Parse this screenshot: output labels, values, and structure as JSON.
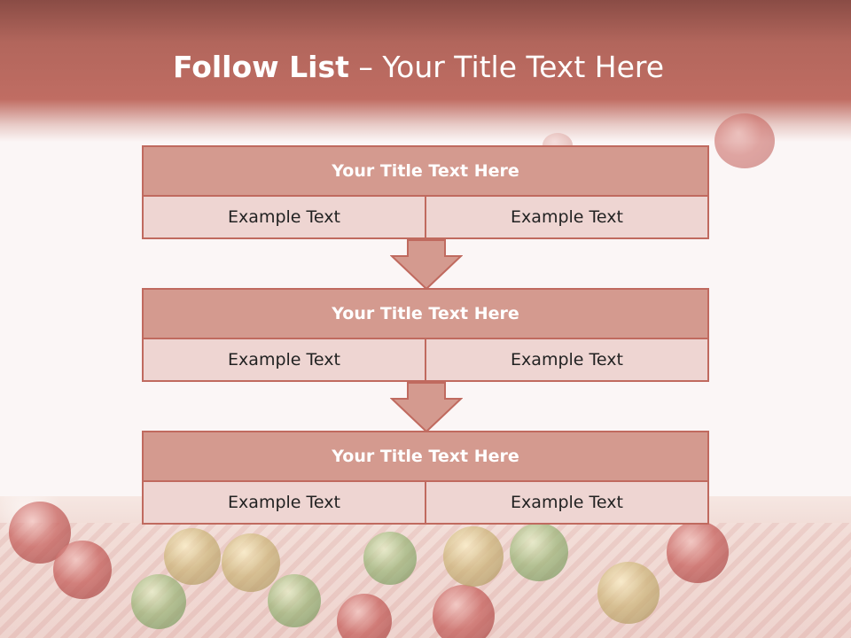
{
  "slide": {
    "title_bold": "Follow List",
    "title_rest": " – Your Title Text Here"
  },
  "steps": [
    {
      "title": "Your Title Text Here",
      "left_text": "Example Text",
      "right_text": "Example Text"
    },
    {
      "title": "Your Title Text Here",
      "left_text": "Example Text",
      "right_text": "Example Text"
    },
    {
      "title": "Your Title Text Here",
      "left_text": "Example Text",
      "right_text": "Example Text"
    }
  ],
  "colors": {
    "header": "#b2665c",
    "box_title_fill": "#d49a8f",
    "box_body_fill": "#eed5d2",
    "border": "#c06a5f",
    "arrow_fill": "#d49a8f"
  },
  "icons": {
    "arrow": "down-arrow-icon",
    "decor": "christmas-bauble"
  }
}
